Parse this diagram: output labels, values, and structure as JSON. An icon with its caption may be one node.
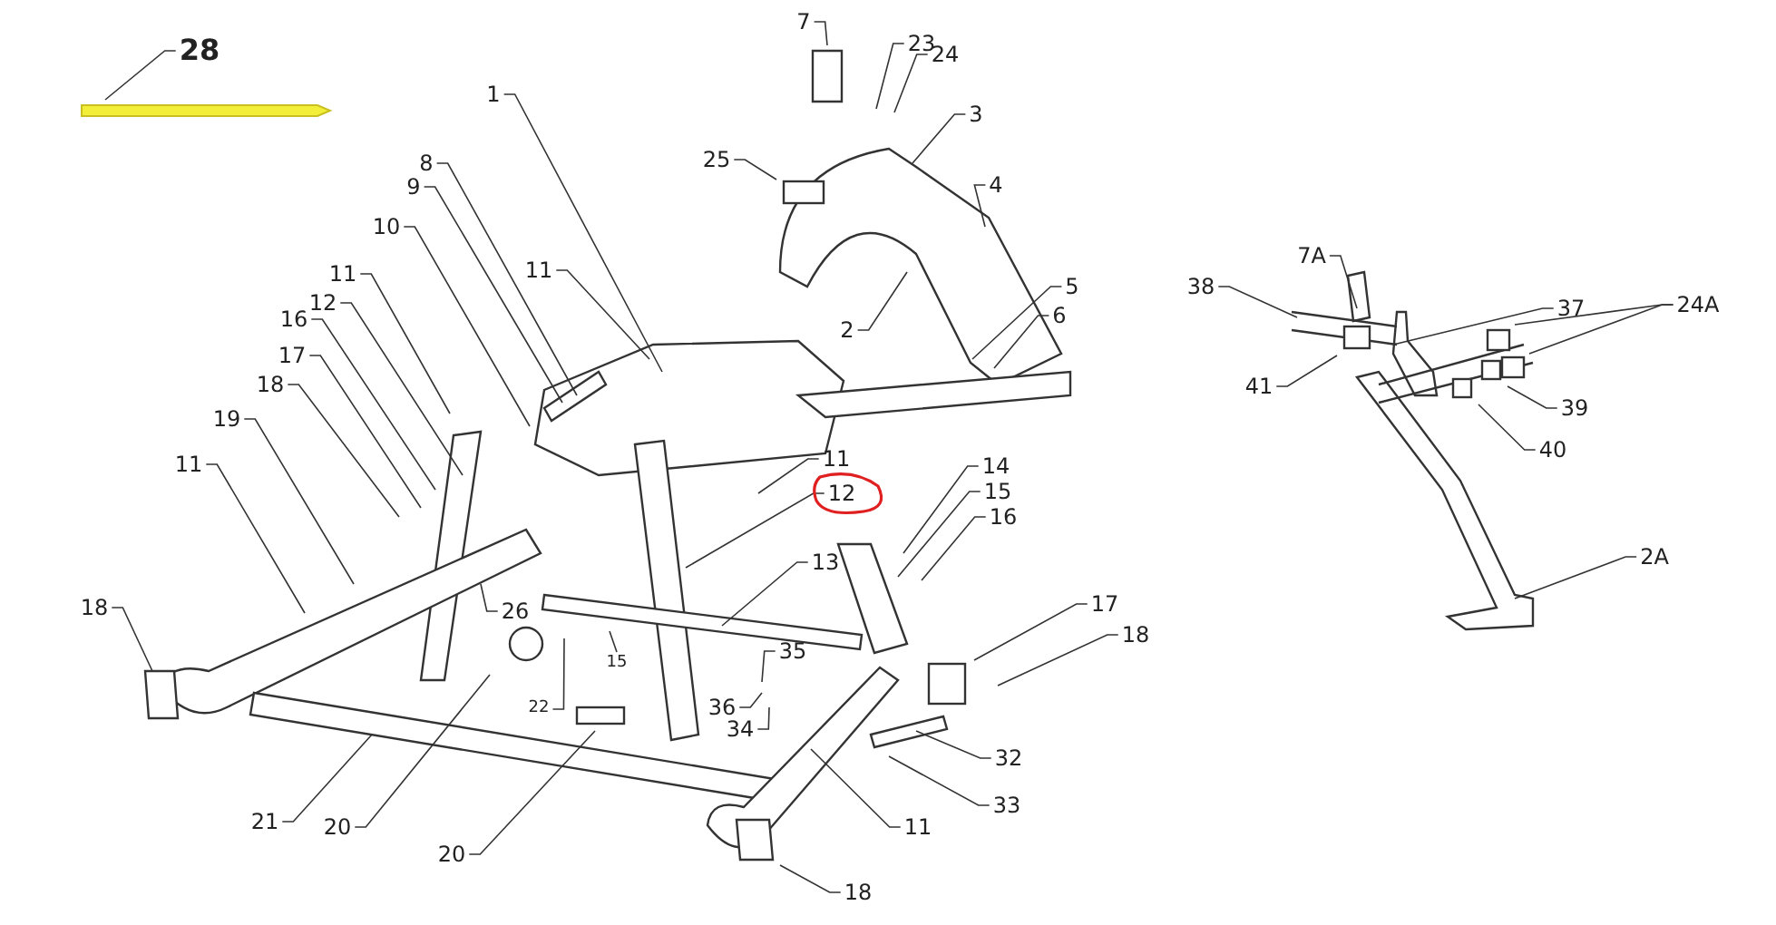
{
  "diagram": {
    "nodes": [
      {
        "text": [
          "28"
        ]
      },
      {
        "text": [
          "7"
        ]
      },
      {
        "text": [
          "23"
        ]
      },
      {
        "text": [
          "24"
        ]
      },
      {
        "text": [
          "1"
        ]
      },
      {
        "text": [
          "3"
        ]
      },
      {
        "text": [
          "25"
        ]
      },
      {
        "text": [
          "8"
        ]
      },
      {
        "text": [
          "4"
        ]
      },
      {
        "text": [
          "9"
        ]
      },
      {
        "text": [
          "10"
        ]
      },
      {
        "text": [
          "11"
        ]
      },
      {
        "text": [
          "11"
        ]
      },
      {
        "text": [
          "5"
        ]
      },
      {
        "text": [
          "12"
        ]
      },
      {
        "text": [
          "6"
        ]
      },
      {
        "text": [
          "16"
        ]
      },
      {
        "text": [
          "2"
        ]
      },
      {
        "text": [
          "17"
        ]
      },
      {
        "text": [
          "18"
        ]
      },
      {
        "text": [
          "19"
        ]
      },
      {
        "text": [
          "11"
        ]
      },
      {
        "text": [
          "18"
        ]
      },
      {
        "text": [
          "26"
        ]
      },
      {
        "text": [
          "22"
        ]
      },
      {
        "text": [
          "15"
        ]
      },
      {
        "text": [
          "21"
        ]
      },
      {
        "text": [
          "20"
        ]
      },
      {
        "text": [
          "20"
        ]
      },
      {
        "text": [
          "11"
        ]
      },
      {
        "text": [
          "14"
        ]
      },
      {
        "text": [
          "12"
        ]
      },
      {
        "text": [
          "15"
        ]
      },
      {
        "text": [
          "16"
        ]
      },
      {
        "text": [
          "13"
        ]
      },
      {
        "text": [
          "17"
        ]
      },
      {
        "text": [
          "18"
        ]
      },
      {
        "text": [
          "35"
        ]
      },
      {
        "text": [
          "36"
        ]
      },
      {
        "text": [
          "34"
        ]
      },
      {
        "text": [
          "32"
        ]
      },
      {
        "text": [
          "33"
        ]
      },
      {
        "text": [
          "11"
        ]
      },
      {
        "text": [
          "18"
        ]
      },
      {
        "text": [
          "7A"
        ]
      },
      {
        "text": [
          "38"
        ]
      },
      {
        "text": [
          "37"
        ]
      },
      {
        "text": [
          "24A"
        ]
      },
      {
        "text": [
          "41"
        ]
      },
      {
        "text": [
          "39"
        ]
      },
      {
        "text": [
          "40"
        ]
      },
      {
        "text": [
          "2A"
        ]
      }
    ],
    "edges": [
      {
        "from": 0,
        "to": null,
        "arrow": "none"
      },
      {
        "from": 1,
        "to": null,
        "arrow": "none"
      },
      {
        "from": 2,
        "to": null,
        "arrow": "none"
      },
      {
        "from": 3,
        "to": null,
        "arrow": "none"
      },
      {
        "from": 4,
        "to": null,
        "arrow": "none"
      },
      {
        "from": 5,
        "to": null,
        "arrow": "none"
      },
      {
        "from": 6,
        "to": null,
        "arrow": "none"
      },
      {
        "from": 7,
        "to": null,
        "arrow": "none"
      },
      {
        "from": 8,
        "to": null,
        "arrow": "none"
      },
      {
        "from": 9,
        "to": null,
        "arrow": "none"
      },
      {
        "from": 10,
        "to": null,
        "arrow": "none"
      },
      {
        "from": 11,
        "to": null,
        "arrow": "none"
      },
      {
        "from": 12,
        "to": null,
        "arrow": "none"
      },
      {
        "from": 13,
        "to": null,
        "arrow": "none"
      },
      {
        "from": 14,
        "to": null,
        "arrow": "none"
      },
      {
        "from": 15,
        "to": null,
        "arrow": "none"
      },
      {
        "from": 16,
        "to": null,
        "arrow": "none"
      },
      {
        "from": 17,
        "to": null,
        "arrow": "none"
      },
      {
        "from": 18,
        "to": null,
        "arrow": "none"
      },
      {
        "from": 19,
        "to": null,
        "arrow": "none"
      },
      {
        "from": 20,
        "to": null,
        "arrow": "none"
      },
      {
        "from": 21,
        "to": null,
        "arrow": "none"
      },
      {
        "from": 22,
        "to": null,
        "arrow": "none"
      },
      {
        "from": 23,
        "to": null,
        "arrow": "none"
      },
      {
        "from": 24,
        "to": null,
        "arrow": "none"
      },
      {
        "from": 25,
        "to": null,
        "arrow": "none"
      },
      {
        "from": 26,
        "to": null,
        "arrow": "none"
      },
      {
        "from": 27,
        "to": null,
        "arrow": "none"
      },
      {
        "from": 28,
        "to": null,
        "arrow": "none"
      },
      {
        "from": 29,
        "to": null,
        "arrow": "none"
      },
      {
        "from": 30,
        "to": null,
        "arrow": "none"
      },
      {
        "from": 31,
        "to": null,
        "arrow": "none"
      },
      {
        "from": 32,
        "to": null,
        "arrow": "none"
      },
      {
        "from": 33,
        "to": null,
        "arrow": "none"
      },
      {
        "from": 34,
        "to": null,
        "arrow": "none"
      },
      {
        "from": 35,
        "to": null,
        "arrow": "none"
      },
      {
        "from": 36,
        "to": null,
        "arrow": "none"
      },
      {
        "from": 37,
        "to": null,
        "arrow": "none"
      },
      {
        "from": 38,
        "to": null,
        "arrow": "none"
      },
      {
        "from": 39,
        "to": null,
        "arrow": "none"
      },
      {
        "from": 40,
        "to": null,
        "arrow": "none"
      },
      {
        "from": 41,
        "to": null,
        "arrow": "none"
      },
      {
        "from": 42,
        "to": null,
        "arrow": "none"
      },
      {
        "from": 43,
        "to": null,
        "arrow": "none"
      },
      {
        "from": 44,
        "to": null,
        "arrow": "none"
      },
      {
        "from": 45,
        "to": null,
        "arrow": "none"
      },
      {
        "from": 46,
        "to": null,
        "arrow": "none"
      },
      {
        "from": 47,
        "to": null,
        "arrow": "none"
      },
      {
        "from": 48,
        "to": null,
        "arrow": "none"
      },
      {
        "from": 49,
        "to": null,
        "arrow": "none"
      },
      {
        "from": 50,
        "to": null,
        "arrow": "none"
      },
      {
        "from": 51,
        "to": null,
        "arrow": "none"
      },
      {
        "from": 47,
        "to": null,
        "arrow": "none"
      }
    ]
  }
}
